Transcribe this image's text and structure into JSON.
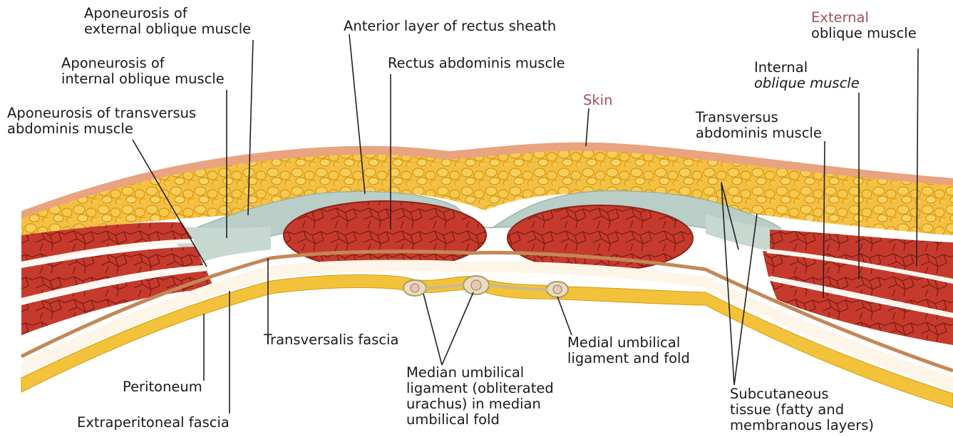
{
  "labels": {
    "apo_external": [
      "Aponeurosis of",
      "external oblique muscle"
    ],
    "apo_internal": [
      "Aponeurosis of",
      "internal oblique muscle"
    ],
    "apo_transversus": [
      "Aponeurosis of transversus",
      "abdominis muscle"
    ],
    "anterior_sheath": "Anterior layer of rectus sheath",
    "rectus": "Rectus abdominis muscle",
    "skin": "Skin",
    "external_oblique": [
      "External",
      "oblique muscle"
    ],
    "internal_oblique": [
      "Internal",
      "oblique muscle"
    ],
    "transversus": [
      "Transversus",
      "abdominis muscle"
    ],
    "transversalis_fascia": "Transversalis fascia",
    "peritoneum": "Peritoneum",
    "extraperitoneal": "Extraperitoneal fascia",
    "median_umbilical": [
      "Median umbilical",
      "ligament (obliterated",
      "urachus) in median",
      "umbilical fold"
    ],
    "medial_umbilical": [
      "Medial umbilical",
      "ligament and fold"
    ],
    "subcutaneous": [
      "Subcutaneous",
      "tissue (fatty and",
      "membranous layers)"
    ]
  },
  "colors": {
    "skin": "#e8a27c",
    "fat": "#f2b629",
    "fat_dark": "#d98e12",
    "muscle": "#c93a2e",
    "muscle_line": "#7d1e14",
    "fascia": "#b9cfc6",
    "peritoneum": "#f0c23a",
    "membrane": "#c8875b"
  }
}
